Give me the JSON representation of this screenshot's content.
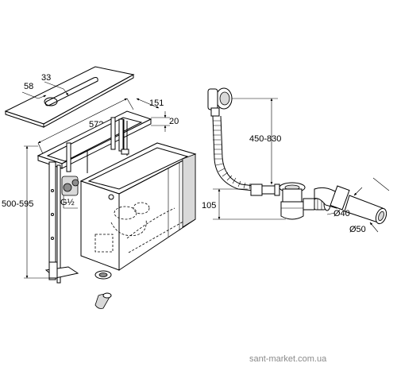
{
  "dimensions": {
    "slot_offset": "58",
    "slot_length": "33",
    "frame_width": "572",
    "frame_depth": "151",
    "flange_height": "20",
    "overall_height": "500-595",
    "connection_thread": "G½",
    "drain_height": "450-830",
    "waste_height": "105",
    "outlet_diameter_small": "Ø40",
    "outlet_diameter_large": "Ø50"
  },
  "watermark": "sant-market.com.ua"
}
